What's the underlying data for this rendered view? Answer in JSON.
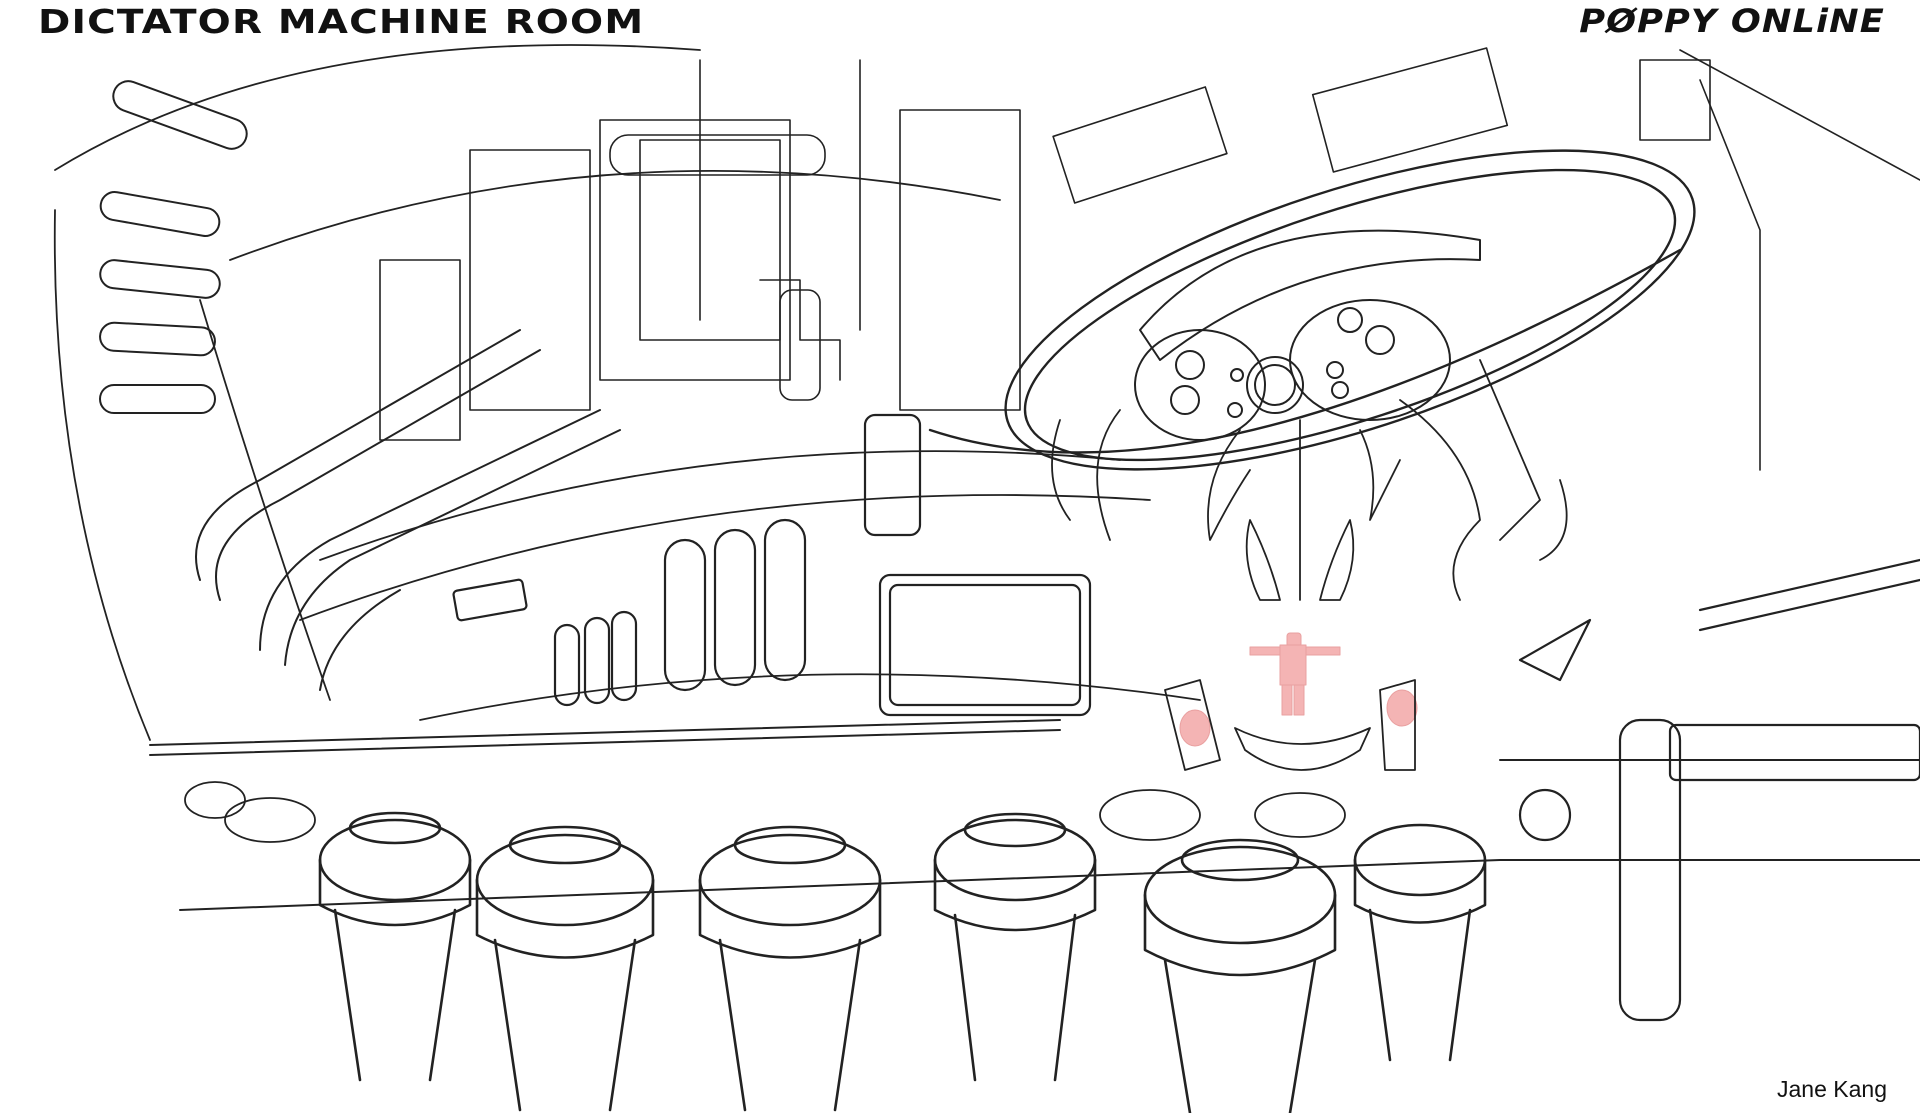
{
  "header": {
    "title": "DICTATOR MACHINE ROOM",
    "brand": "PØPPY ONLiNE"
  },
  "footer": {
    "artist": "Jane Kang"
  },
  "illustration": {
    "subject": "machine room line-art concept",
    "line_color": "#222222",
    "accent_color": "#f4b4b4"
  }
}
